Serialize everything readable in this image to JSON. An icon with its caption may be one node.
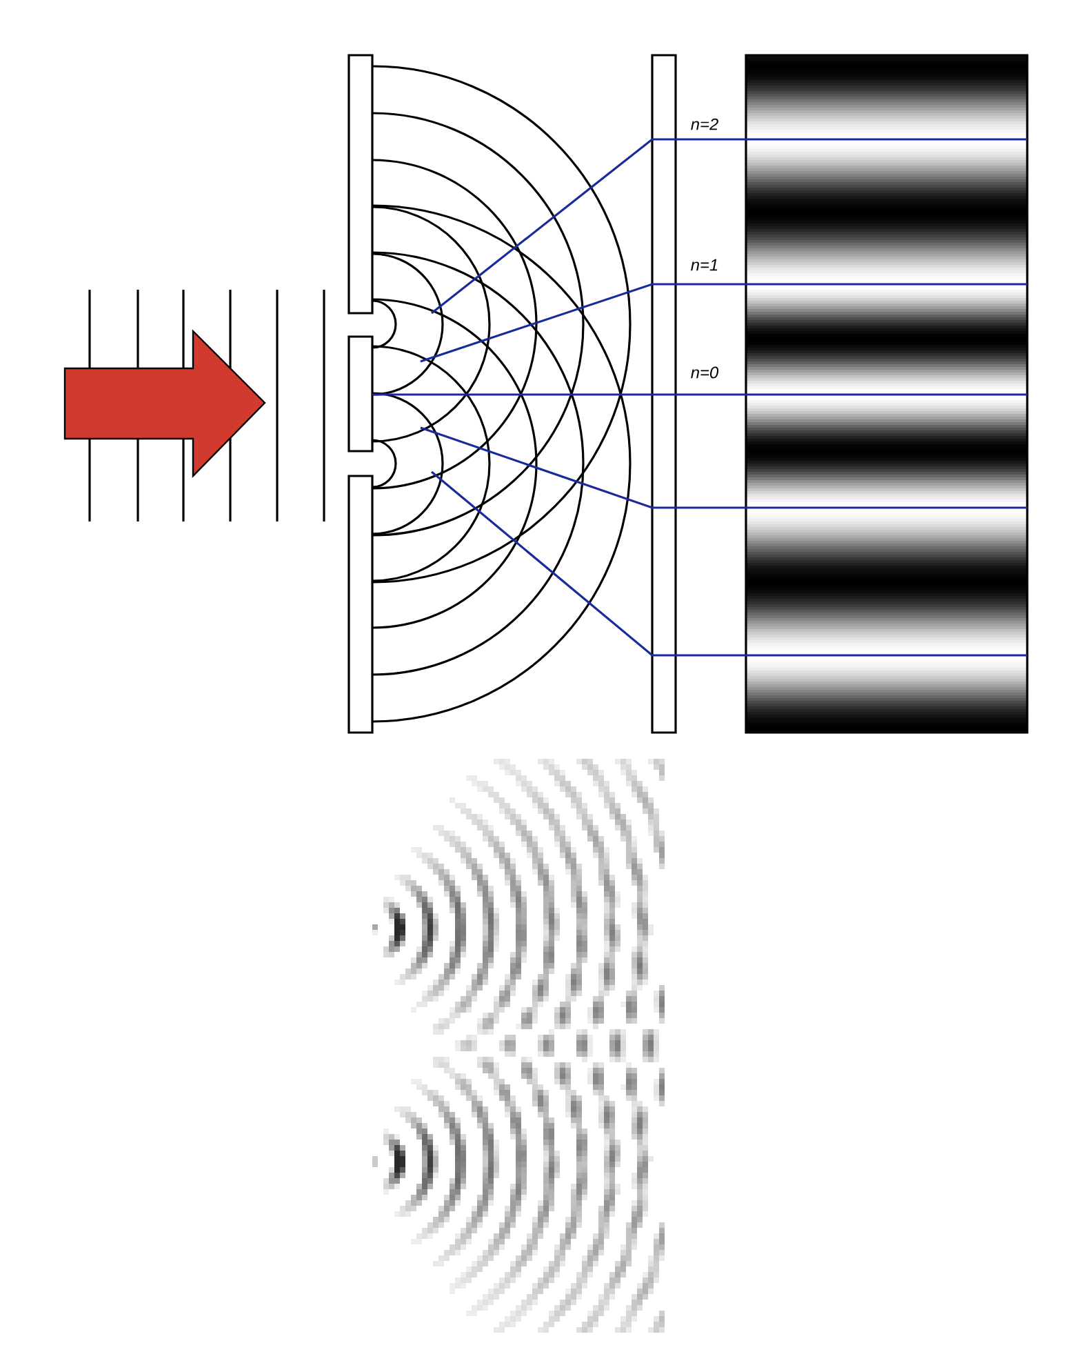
{
  "diagram": {
    "labels": [
      "n=2",
      "n=1",
      "n=0"
    ]
  }
}
